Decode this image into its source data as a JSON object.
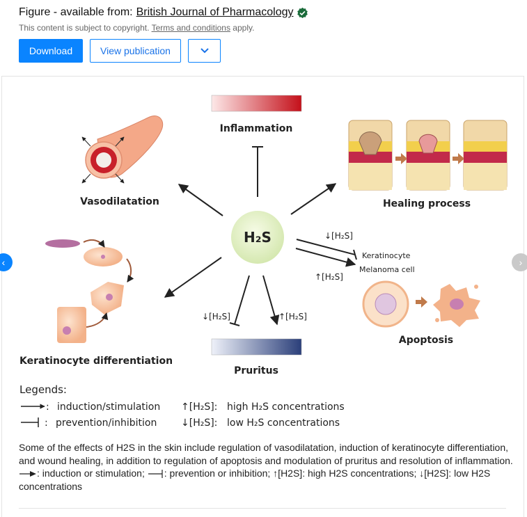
{
  "header": {
    "figure_prefix": "Figure - available from:",
    "journal": "British Journal of Pharmacology",
    "copyright_text": "This content is subject to copyright.",
    "terms_link": "Terms and conditions",
    "apply_text": "apply."
  },
  "buttons": {
    "download": "Download",
    "view_publication": "View publication"
  },
  "icons": {
    "verified": "verified-badge-icon",
    "dropdown": "chevron-down-icon",
    "prev": "chevron-left-icon",
    "next": "chevron-right-icon"
  },
  "colors": {
    "accent": "#0a84ff",
    "verified": "#1a6b3a"
  },
  "figure": {
    "center": "H₂S",
    "inflammation": "Inflammation",
    "vasodilatation": "Vasodilatation",
    "healing": "Healing process",
    "keratinocyte": "Keratinocyte",
    "melanoma": "Melanoma cell",
    "apoptosis": "Apoptosis",
    "pruritus": "Pruritus",
    "ker_diff": "Keratinocyte differentiation",
    "down_h2s": "↓[H₂S]",
    "up_h2s": "↑[H₂S]",
    "legends_title": "Legends:",
    "legend_induction": "induction/stimulation",
    "legend_prevention": "prevention/inhibition",
    "legend_high": "high H₂S concentrations",
    "legend_low": "low H₂S concentrations",
    "legend_up_key": "↑[H₂S]:",
    "legend_down_key": "↓[H₂S]:"
  },
  "caption": {
    "text1": "Some of the effects of H2S in the skin include regulation of vasodilatation, induction of keratinocyte differentiation, and wound healing, in addition to regulation of apoptosis and modulation of pruritus and resolution of inflammation.",
    "text2": ": induction or stimulation;",
    "text3": ": prevention or inhibition; ↑[H2S]: high H2S concentrations; ↓[H2S]: low H2S concentrations"
  }
}
